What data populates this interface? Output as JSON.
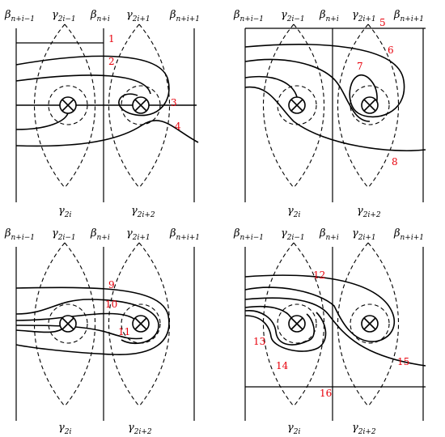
{
  "panels": [
    {
      "id": "top-left",
      "labels": {
        "beta_left": {
          "sym": "β",
          "sub": "n+i−1"
        },
        "gamma_a": {
          "sym": "γ",
          "sub": "2i−1"
        },
        "beta_mid": {
          "sym": "β",
          "sub": "n+i"
        },
        "gamma_b": {
          "sym": "γ",
          "sub": "2i+1"
        },
        "beta_right": {
          "sym": "β",
          "sub": "n+i+1"
        },
        "gamma_c": {
          "sym": "γ",
          "sub": "2i"
        },
        "gamma_d": {
          "sym": "γ",
          "sub": "2i+2"
        }
      },
      "numbers": [
        "1",
        "2",
        "3",
        "4"
      ]
    },
    {
      "id": "top-right",
      "labels": {
        "beta_left": {
          "sym": "β",
          "sub": "n+i−1"
        },
        "gamma_a": {
          "sym": "γ",
          "sub": "2i−1"
        },
        "beta_mid": {
          "sym": "β",
          "sub": "n+i"
        },
        "gamma_b": {
          "sym": "γ",
          "sub": "2i+1"
        },
        "beta_right": {
          "sym": "β",
          "sub": "n+i+1"
        },
        "gamma_c": {
          "sym": "γ",
          "sub": "2i"
        },
        "gamma_d": {
          "sym": "γ",
          "sub": "2i+2"
        }
      },
      "numbers": [
        "5",
        "6",
        "7",
        "8"
      ]
    },
    {
      "id": "bottom-left",
      "labels": {
        "beta_left": {
          "sym": "β",
          "sub": "n+i−1"
        },
        "gamma_a": {
          "sym": "γ",
          "sub": "2i−1"
        },
        "beta_mid": {
          "sym": "β",
          "sub": "n+i"
        },
        "gamma_b": {
          "sym": "γ",
          "sub": "2i+1"
        },
        "beta_right": {
          "sym": "β",
          "sub": "n+i+1"
        },
        "gamma_c": {
          "sym": "γ",
          "sub": "2i"
        },
        "gamma_d": {
          "sym": "γ",
          "sub": "2i+2"
        }
      },
      "numbers": [
        "9",
        "10",
        "11"
      ]
    },
    {
      "id": "bottom-right",
      "labels": {
        "beta_left": {
          "sym": "β",
          "sub": "n+i−1"
        },
        "gamma_a": {
          "sym": "γ",
          "sub": "2i−1"
        },
        "beta_mid": {
          "sym": "β",
          "sub": "n+i"
        },
        "gamma_b": {
          "sym": "γ",
          "sub": "2i+1"
        },
        "beta_right": {
          "sym": "β",
          "sub": "n+i+1"
        },
        "gamma_c": {
          "sym": "γ",
          "sub": "2i"
        },
        "gamma_d": {
          "sym": "γ",
          "sub": "2i+2"
        }
      },
      "numbers": [
        "12",
        "13",
        "14",
        "15",
        "16"
      ]
    }
  ],
  "colors": {
    "curve": "#000000",
    "number": "#e8000b"
  },
  "icons": {
    "puncture": "circled-times-icon"
  }
}
